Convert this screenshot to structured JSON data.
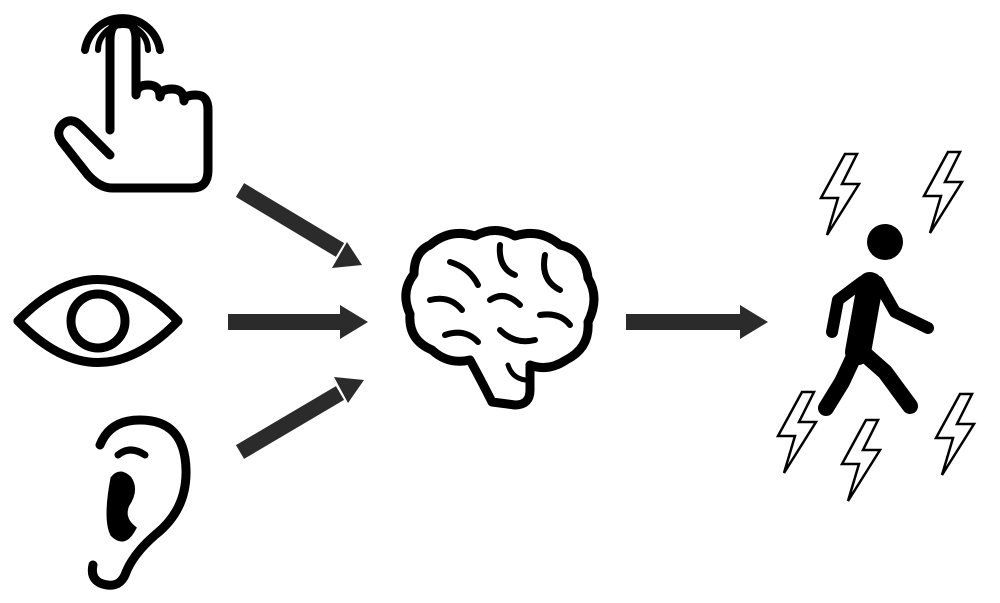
{
  "diagram": {
    "inputs": [
      {
        "id": "touch",
        "icon": "hand-pointer-icon"
      },
      {
        "id": "vision",
        "icon": "eye-icon"
      },
      {
        "id": "hearing",
        "icon": "ear-icon"
      }
    ],
    "processor": {
      "icon": "brain-icon"
    },
    "output": {
      "icon": "walking-person-icon",
      "effect_icon": "lightning-bolt-icon",
      "effect_count": 5
    },
    "arrows": [
      {
        "from": "touch",
        "to": "brain"
      },
      {
        "from": "vision",
        "to": "brain"
      },
      {
        "from": "hearing",
        "to": "brain"
      },
      {
        "from": "brain",
        "to": "person"
      }
    ],
    "colors": {
      "icon_stroke": "#000000",
      "arrow_fill": "#2b2b2b",
      "background": "#ffffff"
    }
  }
}
